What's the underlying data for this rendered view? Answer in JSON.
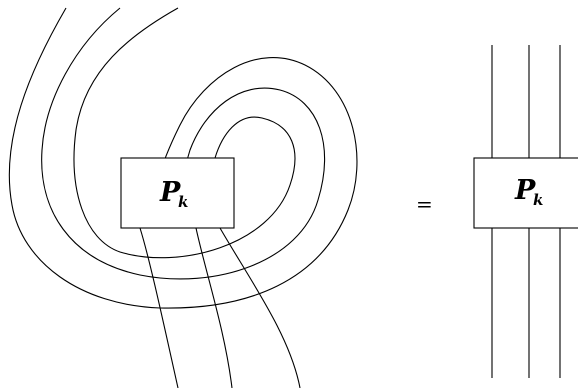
{
  "left_side": {
    "box_label": "P",
    "box_subscript": "k"
  },
  "equals_sign": "=",
  "right_side": {
    "box_label": "P",
    "box_subscript": "k"
  }
}
